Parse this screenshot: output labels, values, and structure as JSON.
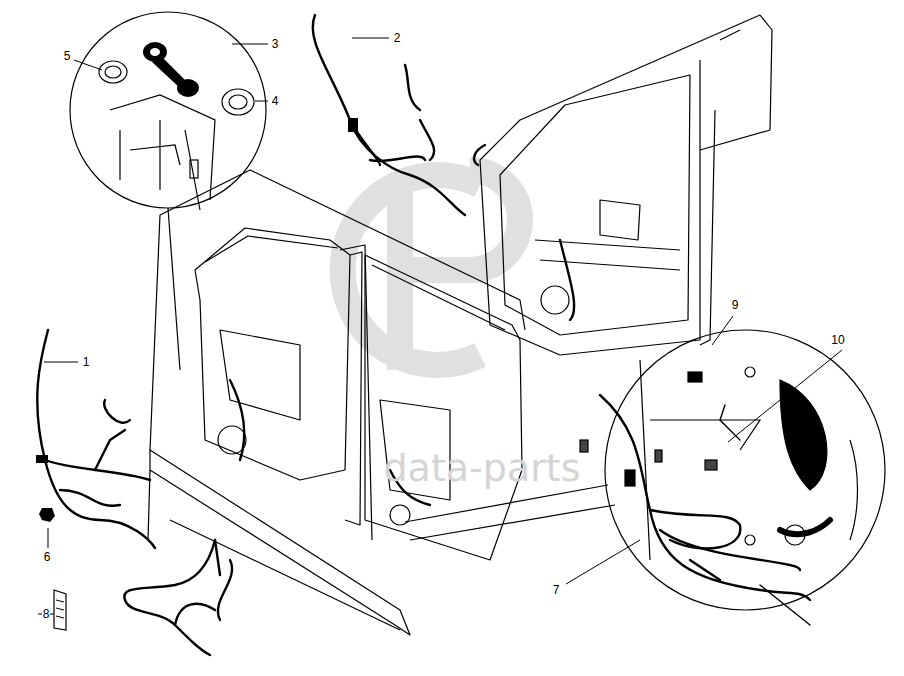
{
  "diagram": {
    "labels": [
      "5",
      "3",
      "2",
      "4",
      "9",
      "10",
      "1",
      "6",
      "8",
      "7",
      "data-parts"
    ]
  }
}
